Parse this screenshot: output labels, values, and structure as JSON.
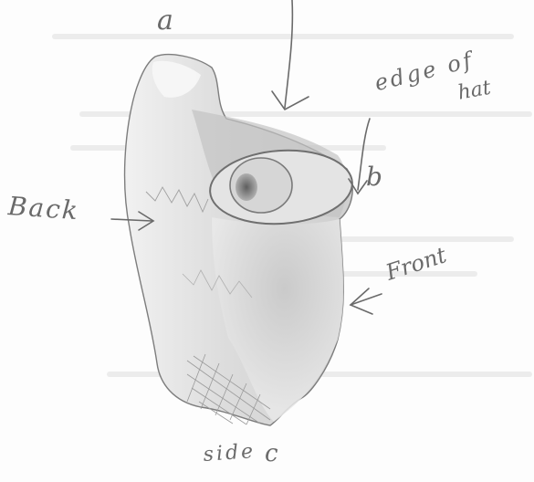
{
  "labels": {
    "a": "a",
    "edge_line1": "edge of",
    "edge_line2": "hat",
    "b": "b",
    "back": "Back",
    "front": "Front",
    "side": "side",
    "c": "c"
  },
  "colors": {
    "paper": "#fdfdfd",
    "pencil": "#6a6a6a",
    "shade": "#b8b8b8"
  }
}
